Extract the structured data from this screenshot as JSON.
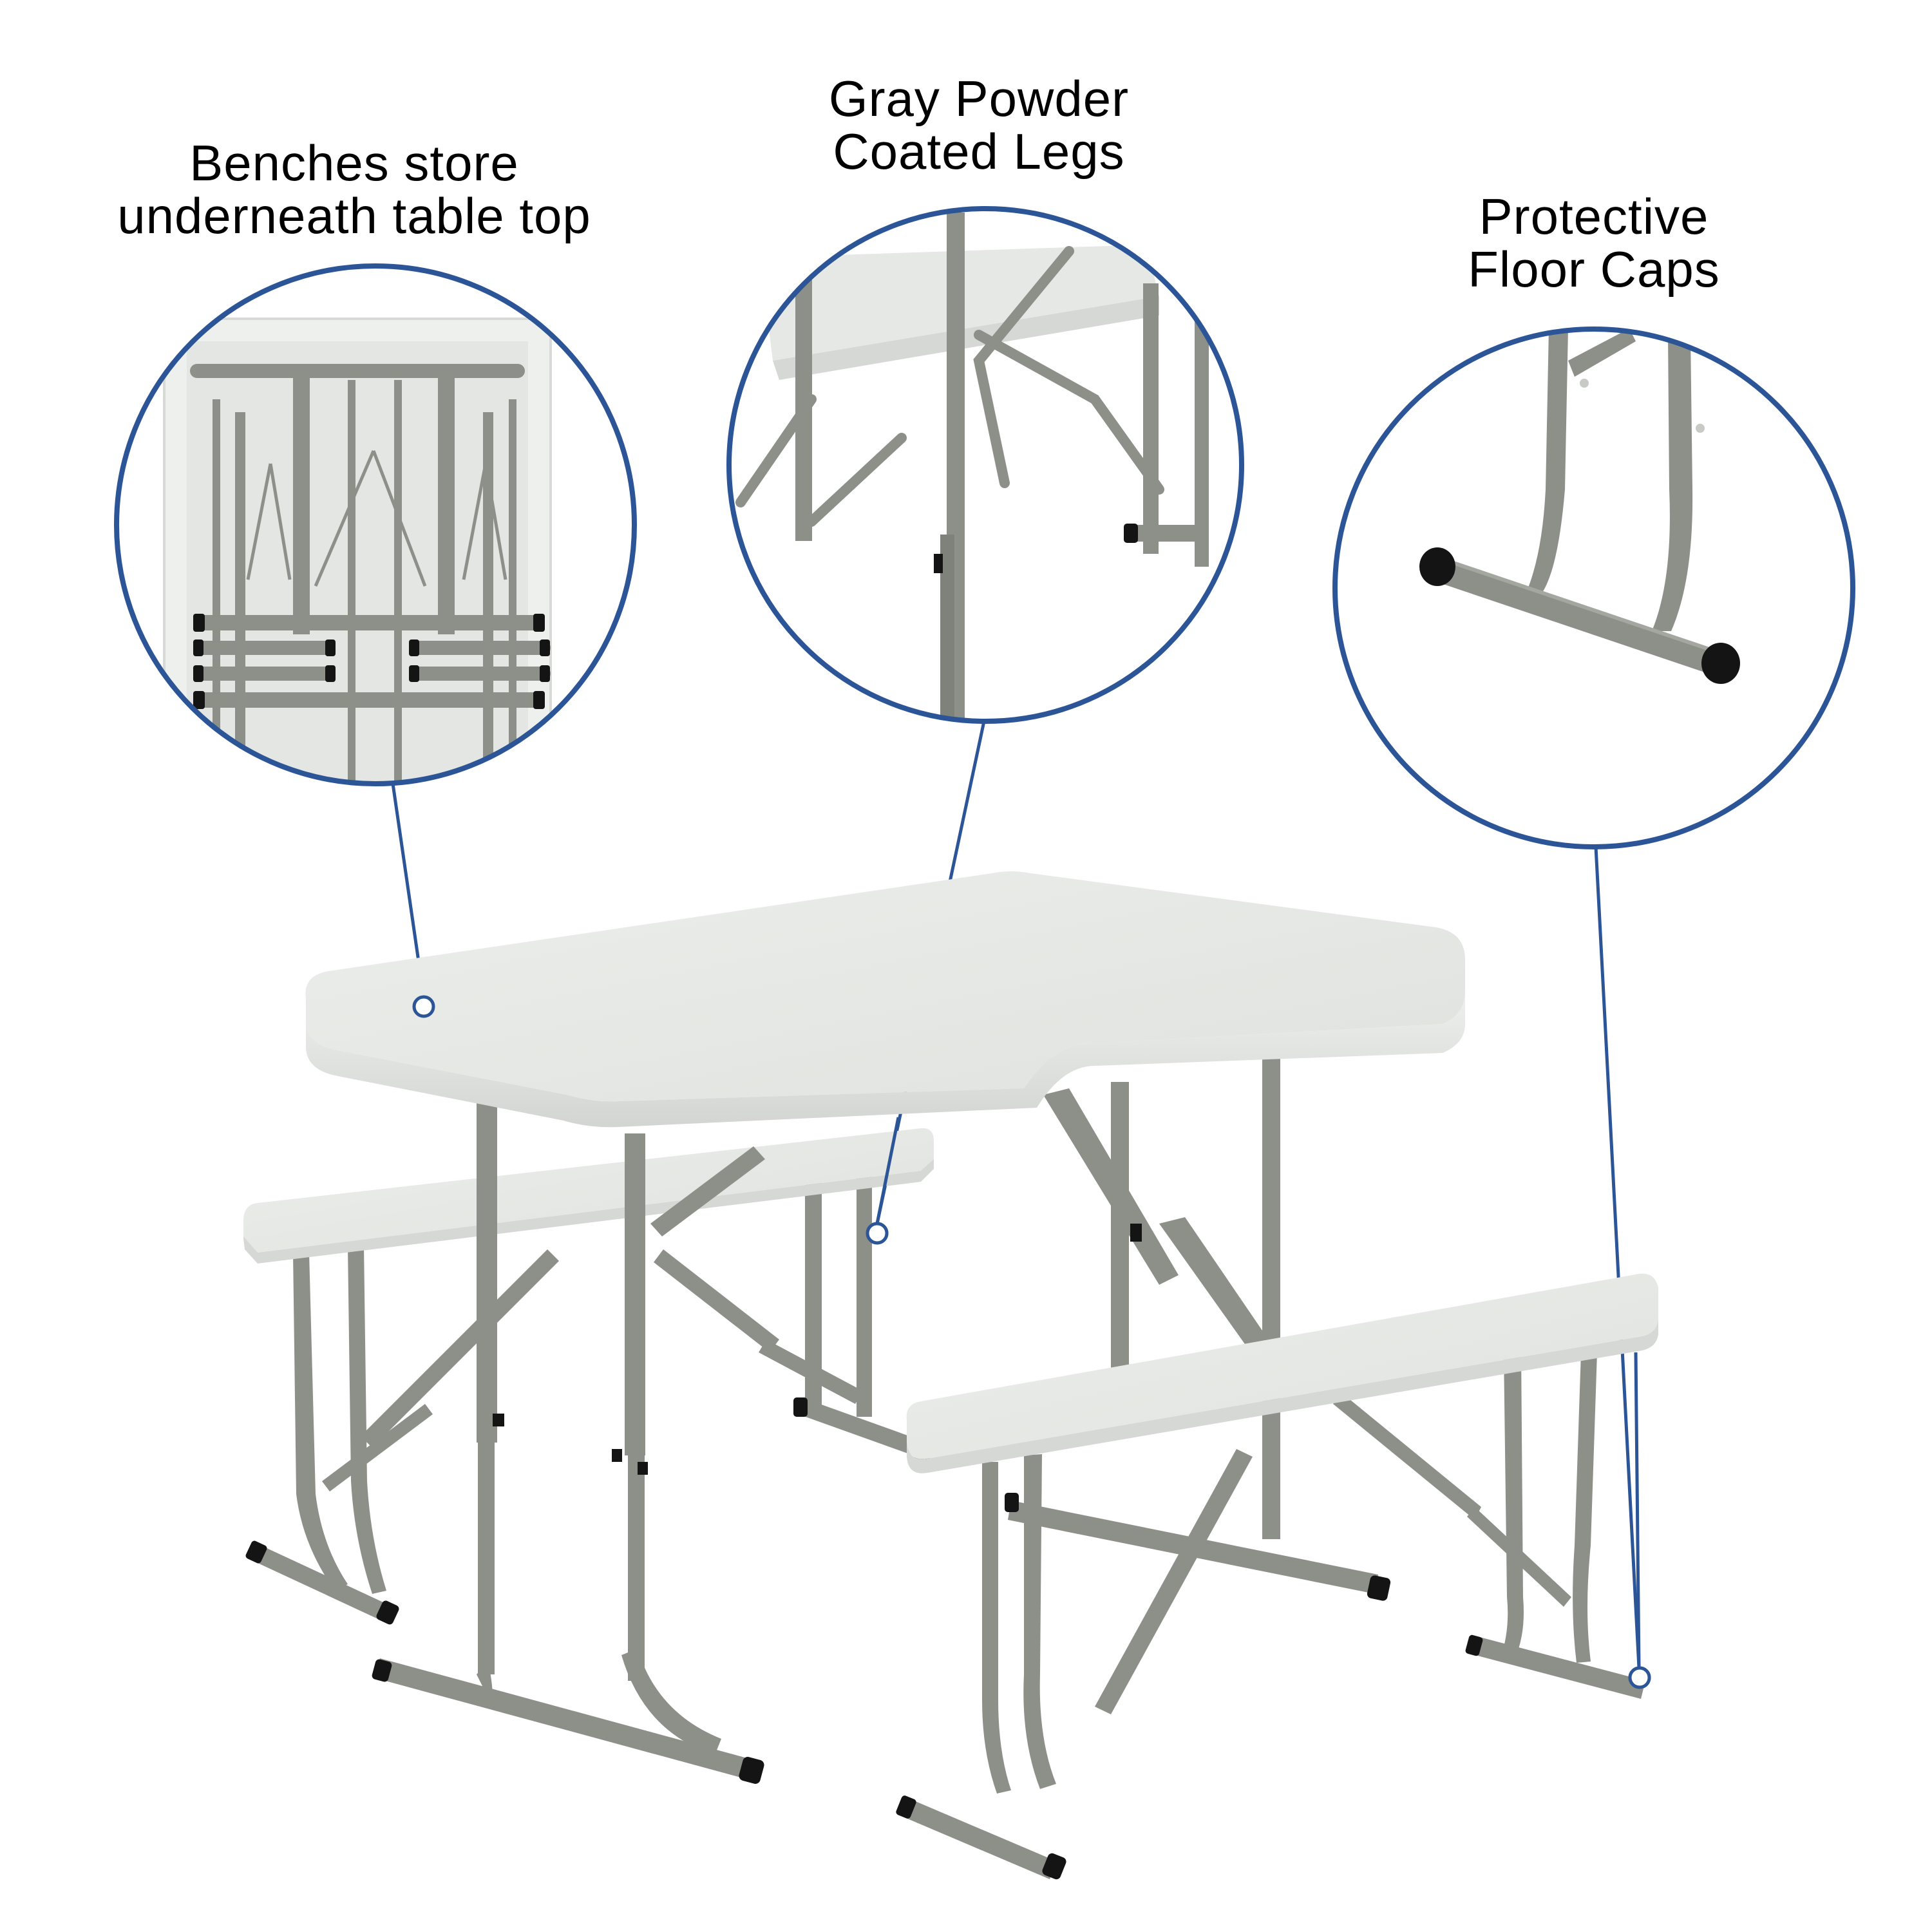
{
  "callouts": [
    {
      "id": "storage",
      "line1": "Benches store",
      "line2": "underneath table top"
    },
    {
      "id": "legs",
      "line1": "Gray Powder",
      "line2": "Coated Legs"
    },
    {
      "id": "caps",
      "line1": "Protective",
      "line2": "Floor Caps"
    }
  ],
  "colors": {
    "accent_blue": "#2b5597",
    "tabletop": "#e6e8e5",
    "tabletop_edge": "#d5d8d4",
    "leg_gray": "#8d9088",
    "leg_dark": "#6f726b",
    "cap_black": "#141414",
    "background": "#ffffff"
  },
  "product": {
    "items": [
      "folding table",
      "left bench",
      "right bench"
    ]
  }
}
